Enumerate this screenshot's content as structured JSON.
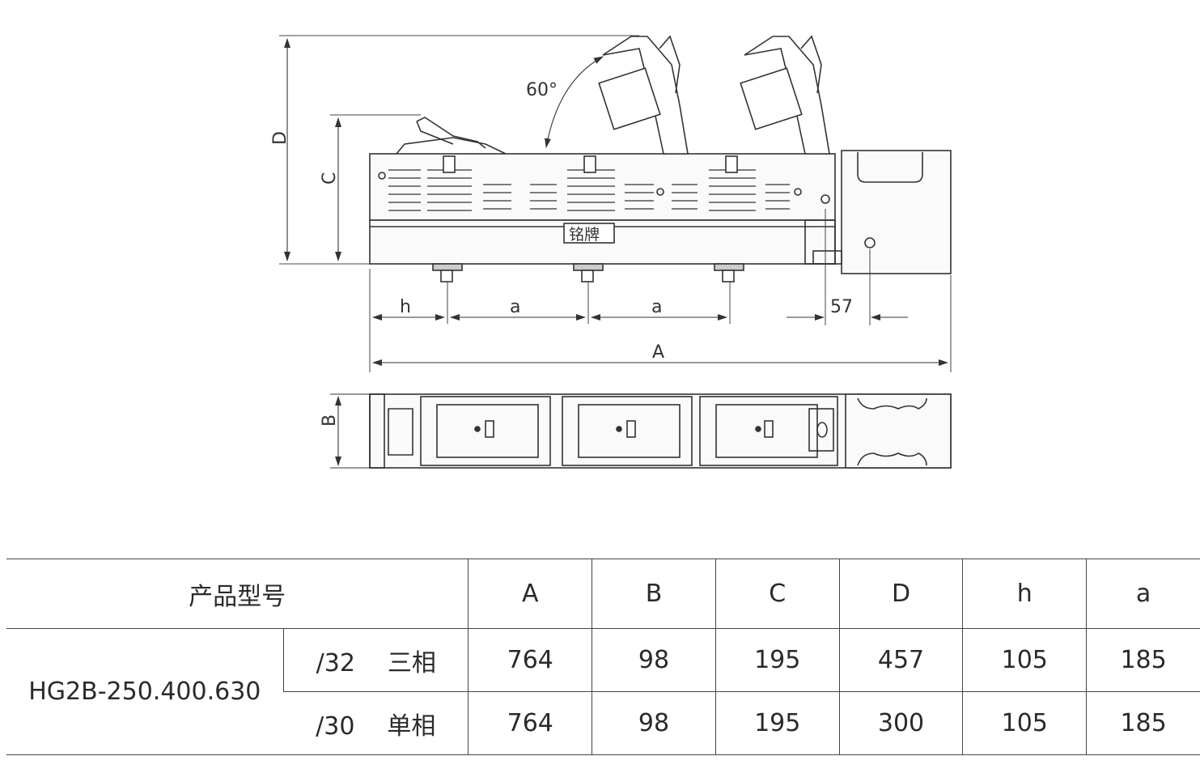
{
  "drawing": {
    "angle_label": "60°",
    "nameplate": "铭牌",
    "dimension_labels": {
      "D": "D",
      "C": "C",
      "B": "B",
      "A": "A",
      "h": "h",
      "a1": "a",
      "a2": "a",
      "offset": "57"
    }
  },
  "table": {
    "header": {
      "model_label": "产品型号",
      "cols": [
        "A",
        "B",
        "C",
        "D",
        "h",
        "a"
      ]
    },
    "model": "HG2B-250.400.630",
    "rows": [
      {
        "suffix": "/32",
        "phase": "三相",
        "values": [
          "764",
          "98",
          "195",
          "457",
          "105",
          "185"
        ]
      },
      {
        "suffix": "/30",
        "phase": "单相",
        "values": [
          "764",
          "98",
          "195",
          "300",
          "105",
          "185"
        ]
      }
    ]
  }
}
